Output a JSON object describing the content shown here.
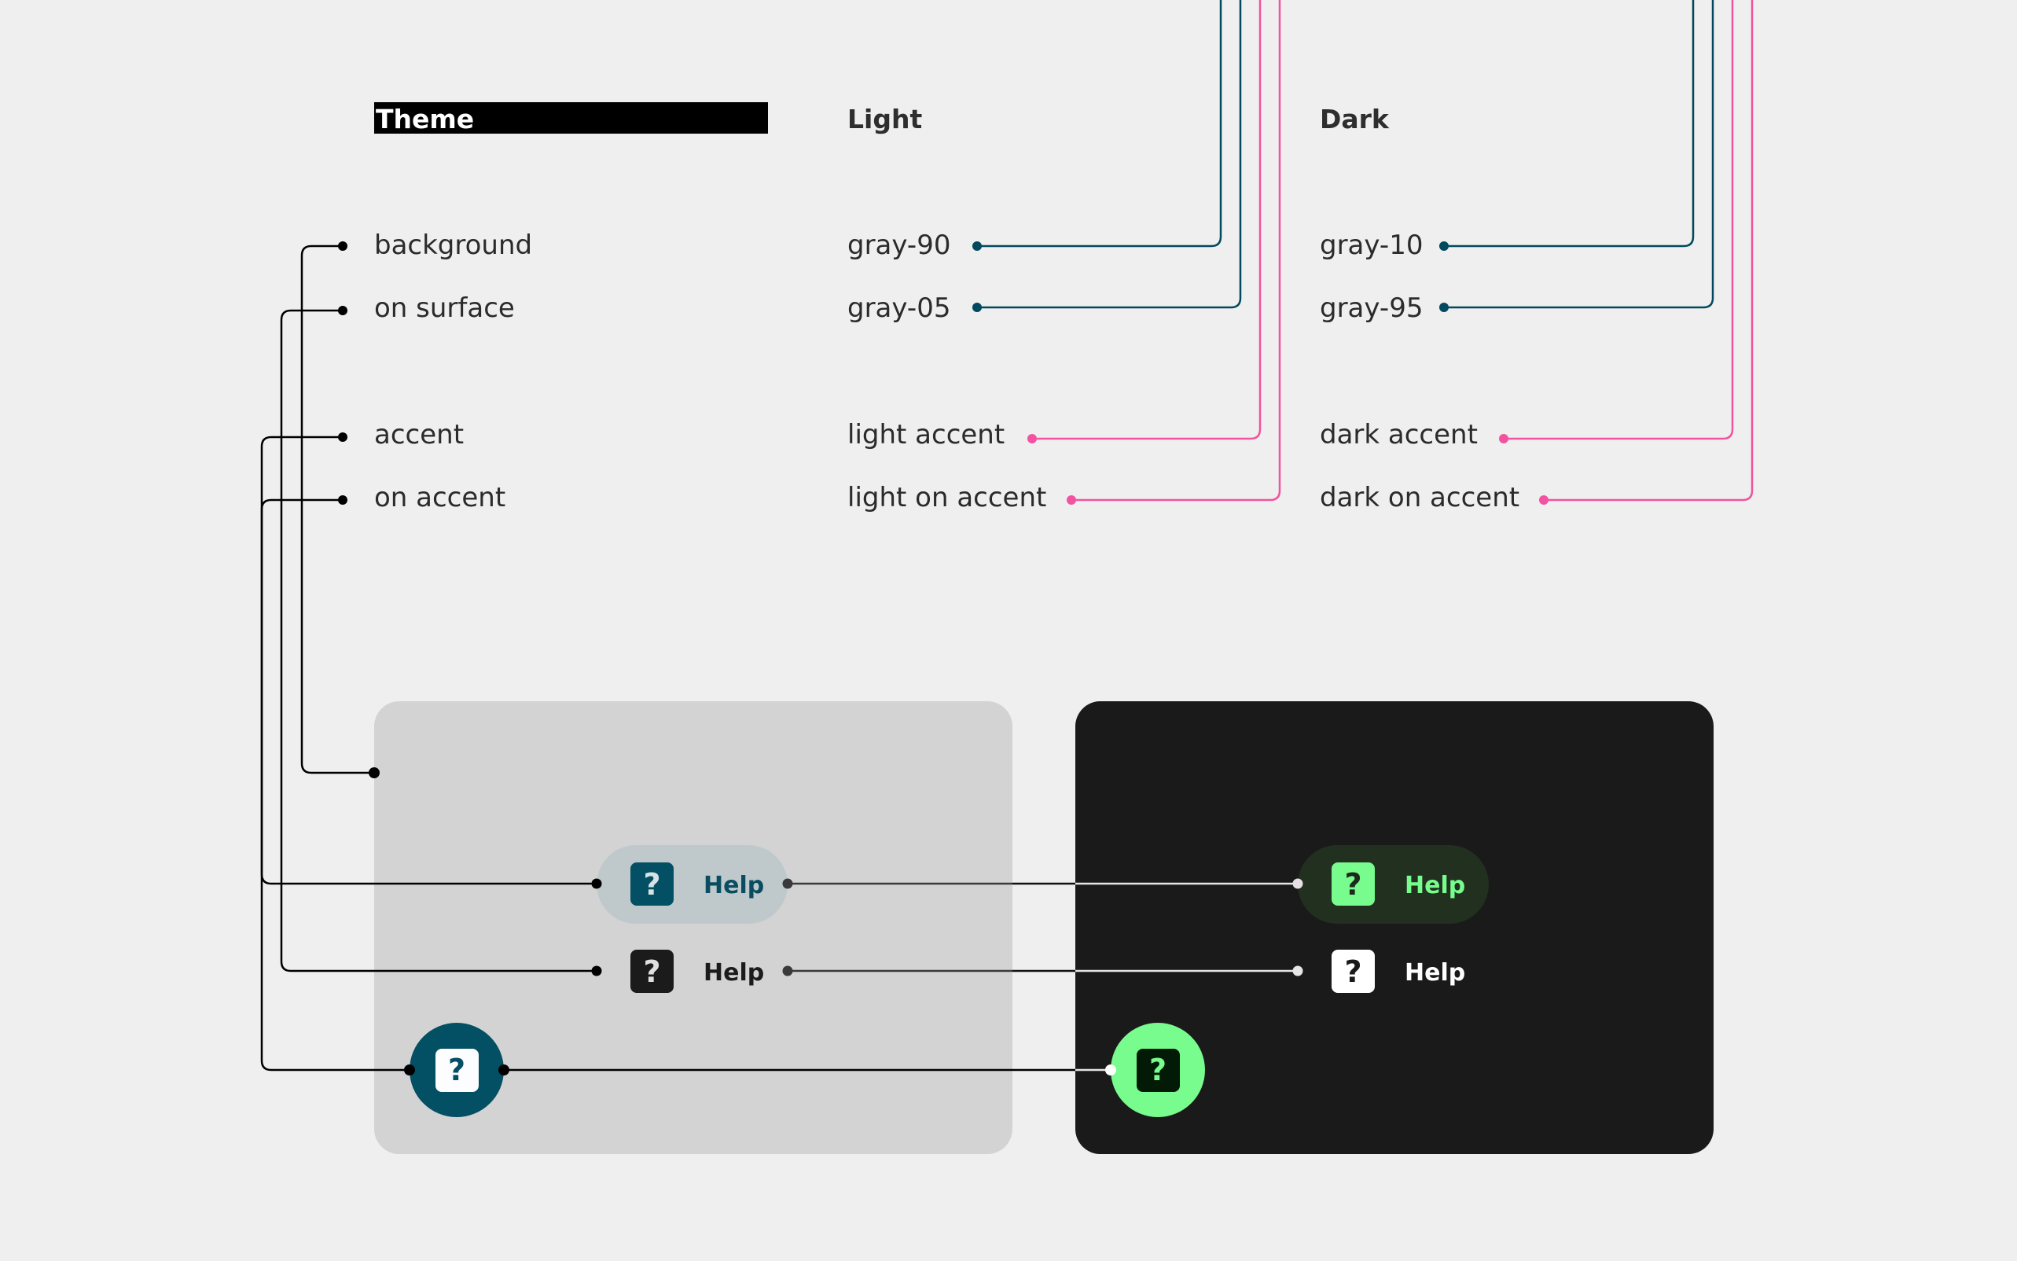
{
  "header": {
    "theme_label": "Theme",
    "light_label": "Light",
    "dark_label": "Dark"
  },
  "roles": [
    {
      "name": "background"
    },
    {
      "name": "on surface"
    },
    {
      "name": "accent"
    },
    {
      "name": "on accent"
    }
  ],
  "light_values": [
    "gray-90",
    "gray-05",
    "light accent",
    "light on accent"
  ],
  "dark_values": [
    "gray-10",
    "gray-95",
    "dark accent",
    "dark on accent"
  ],
  "colors": {
    "page_bg": "#efefef",
    "neutral_wire": "#00495f",
    "accent_wire": "#f2529f",
    "light_surface": "#d3d3d3",
    "dark_surface": "#1a1a1a",
    "light_accent": "#034f63",
    "light_accent_container": "#bfc9cb",
    "dark_accent": "#77fc8d",
    "dark_accent_container": "#22301f",
    "dark_on_accent": "#021a06"
  },
  "light_panel": {
    "pill_button": {
      "label": "Help",
      "icon": "help-icon"
    },
    "plain_button": {
      "label": "Help",
      "icon": "help-icon"
    },
    "fab": {
      "icon": "help-icon"
    }
  },
  "dark_panel": {
    "pill_button": {
      "label": "Help",
      "icon": "help-icon"
    },
    "plain_button": {
      "label": "Help",
      "icon": "help-icon"
    },
    "fab": {
      "icon": "help-icon"
    }
  },
  "icon_glyph": "?"
}
